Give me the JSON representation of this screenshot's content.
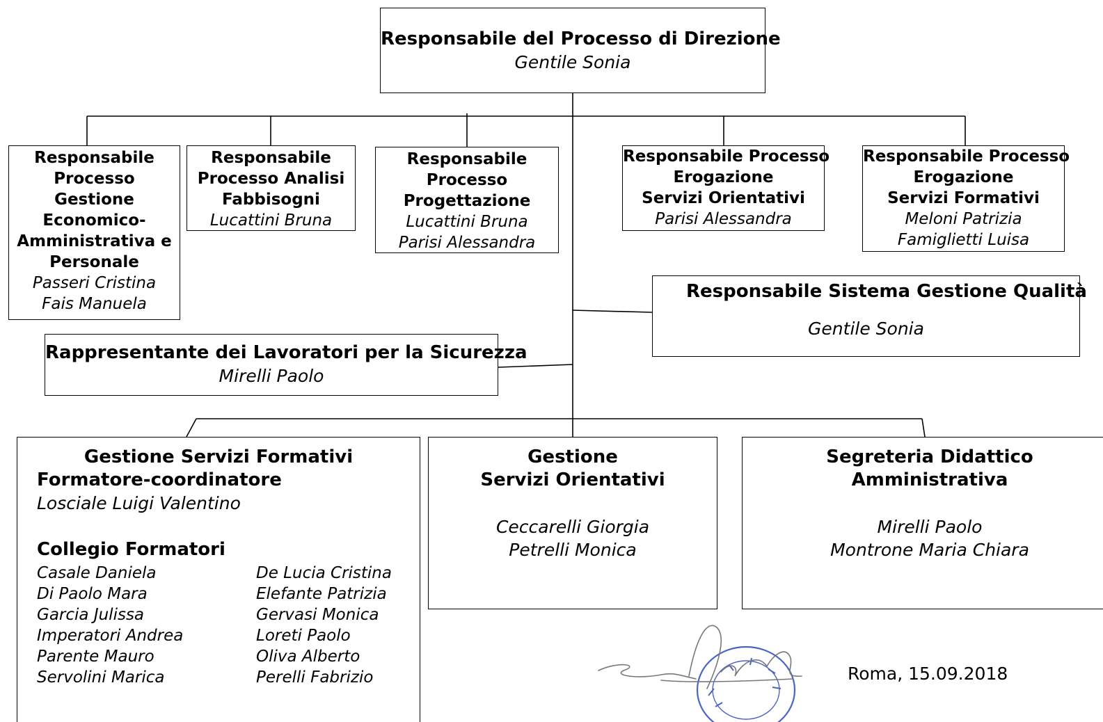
{
  "top": {
    "role": "Responsabile del Processo di Direzione",
    "name": "Gentile Sonia"
  },
  "gestione": {
    "role_lines": [
      "Responsabile",
      "Processo",
      "Gestione",
      "Economico-",
      "Amministrativa e",
      "Personale"
    ],
    "names": [
      "Passeri Cristina",
      "Fais Manuela"
    ]
  },
  "analisi": {
    "role_lines": [
      "Responsabile",
      "Processo Analisi",
      "Fabbisogni"
    ],
    "names": [
      "Lucattini Bruna"
    ]
  },
  "progettazione": {
    "role_lines": [
      "Responsabile",
      "Processo",
      "Progettazione"
    ],
    "names": [
      "Lucattini Bruna",
      "Parisi Alessandra"
    ]
  },
  "orientativi": {
    "role_lines": [
      "Responsabile Processo",
      "Erogazione",
      "Servizi Orientativi"
    ],
    "names": [
      "Parisi Alessandra"
    ]
  },
  "formativi": {
    "role_lines": [
      "Responsabile Processo",
      "Erogazione",
      "Servizi Formativi"
    ],
    "names": [
      "Meloni Patrizia",
      "Famiglietti Luisa"
    ]
  },
  "qualita": {
    "role": "Responsabile Sistema Gestione Qualità",
    "name": "Gentile Sonia"
  },
  "sicurezza": {
    "role": "Rappresentante dei Lavoratori per la Sicurezza",
    "name": "Mirelli Paolo"
  },
  "gsf": {
    "title": "Gestione Servizi Formativi",
    "coord_role": "Formatore-coordinatore",
    "coord_name": "Losciale Luigi Valentino",
    "collegio_title": "Collegio Formatori",
    "col1": [
      "Casale Daniela",
      "Di Paolo Mara",
      "Garcia Julissa",
      "Imperatori Andrea",
      "Parente Mauro",
      "Servolini Marica"
    ],
    "col2": [
      "De Lucia Cristina",
      "Elefante Patrizia",
      "Gervasi Monica",
      "Loreti Paolo",
      "Oliva Alberto",
      "Perelli Fabrizio"
    ]
  },
  "gso": {
    "title_lines": [
      "Gestione",
      "Servizi Orientativi"
    ],
    "names": [
      "Ceccarelli Giorgia",
      "Petrelli Monica"
    ]
  },
  "sda": {
    "title_lines": [
      "Segreteria Didattico",
      "Amministrativa"
    ],
    "names": [
      "Mirelli Paolo",
      "Montrone Maria Chiara"
    ]
  },
  "footer": {
    "place_date": "Roma, 15.09.2018"
  }
}
